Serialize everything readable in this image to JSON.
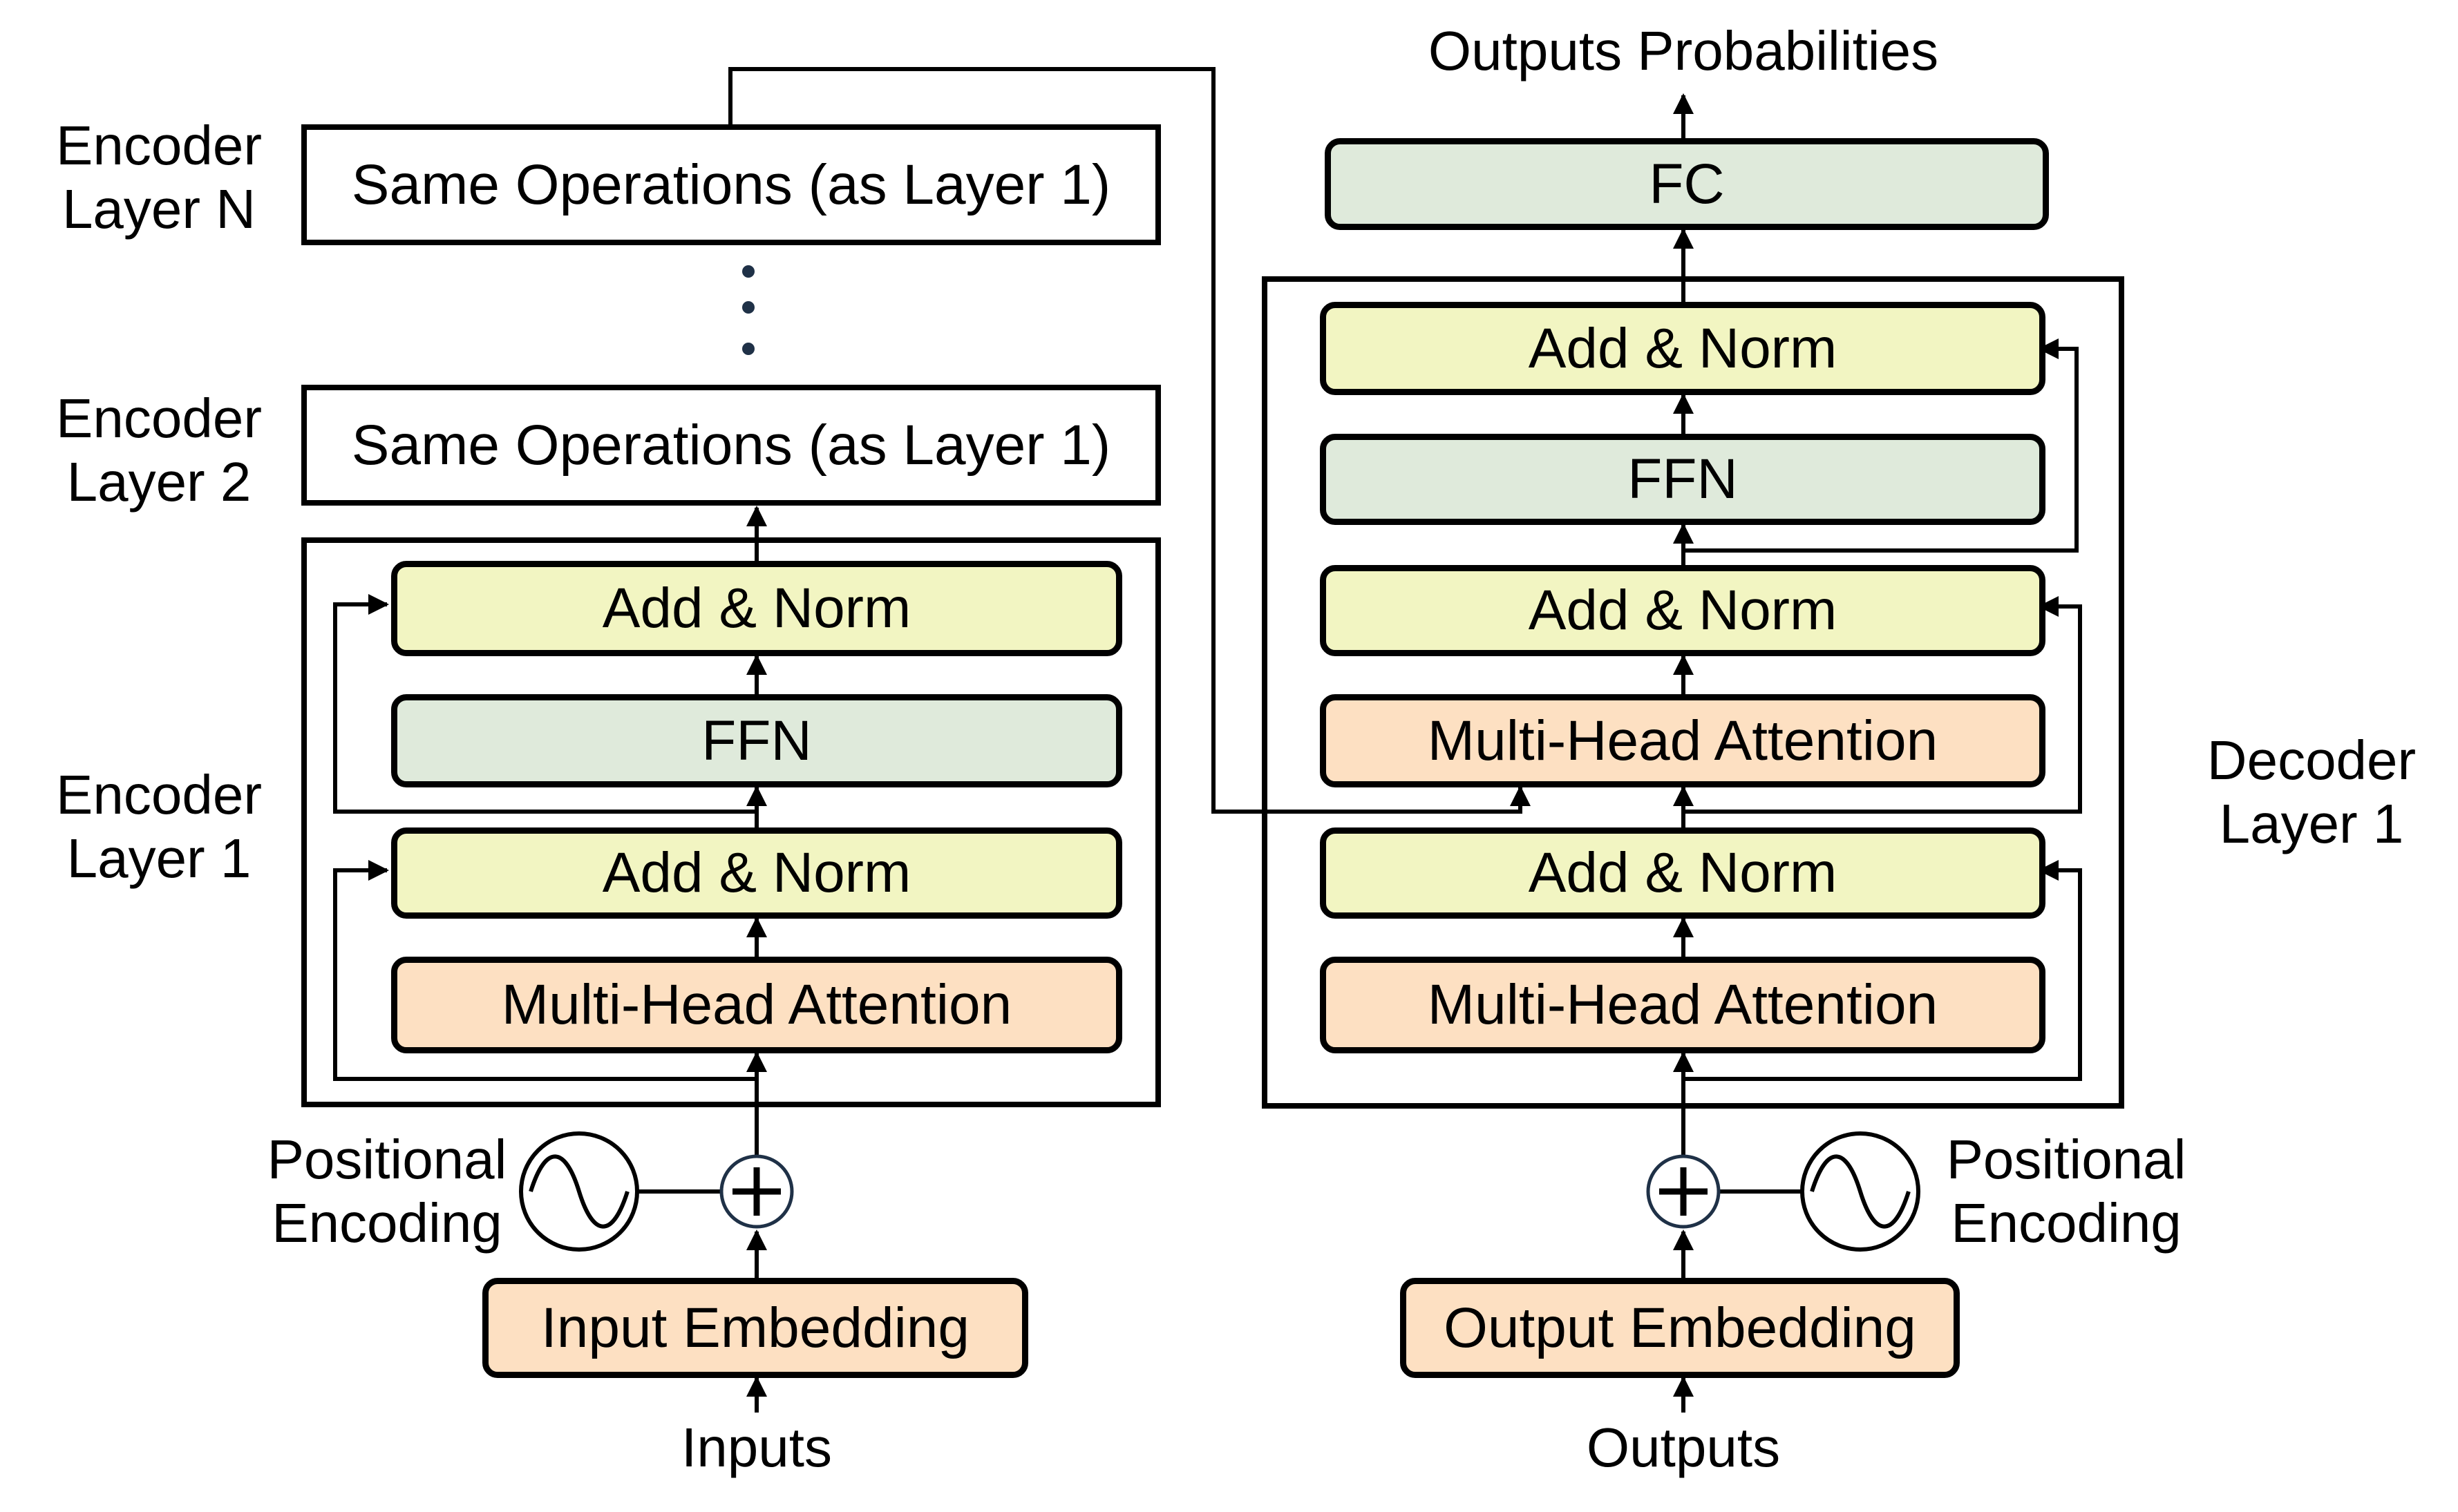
{
  "colors": {
    "orange": "#fde0c2",
    "yellow": "#f2f5c2",
    "green": "#dfeadb",
    "stroke": "#000000"
  },
  "encoder": {
    "layer_n_label": [
      "Encoder",
      "Layer N"
    ],
    "layer_2_label": [
      "Encoder",
      "Layer 2"
    ],
    "layer_1_label": [
      "Encoder",
      "Layer 1"
    ],
    "same_ops_n": "Same Operations (as Layer 1)",
    "same_ops_2": "Same Operations (as Layer 1)",
    "add_norm_top": "Add & Norm",
    "ffn": "FFN",
    "add_norm_bottom": "Add & Norm",
    "mha": "Multi-Head Attention",
    "positional_encoding": [
      "Positional",
      "Encoding"
    ],
    "embedding": "Input Embedding",
    "input_label": "Inputs"
  },
  "decoder": {
    "outputs_probabilities": "Outputs Probabilities",
    "fc": "FC",
    "add_norm_3": "Add & Norm",
    "ffn": "FFN",
    "add_norm_2": "Add & Norm",
    "cross_mha": "Multi-Head Attention",
    "add_norm_1": "Add & Norm",
    "self_mha": "Multi-Head Attention",
    "layer_label": [
      "Decoder",
      "Layer 1"
    ],
    "positional_encoding": [
      "Positional",
      "Encoding"
    ],
    "embedding": "Output Embedding",
    "output_label": "Outputs"
  }
}
